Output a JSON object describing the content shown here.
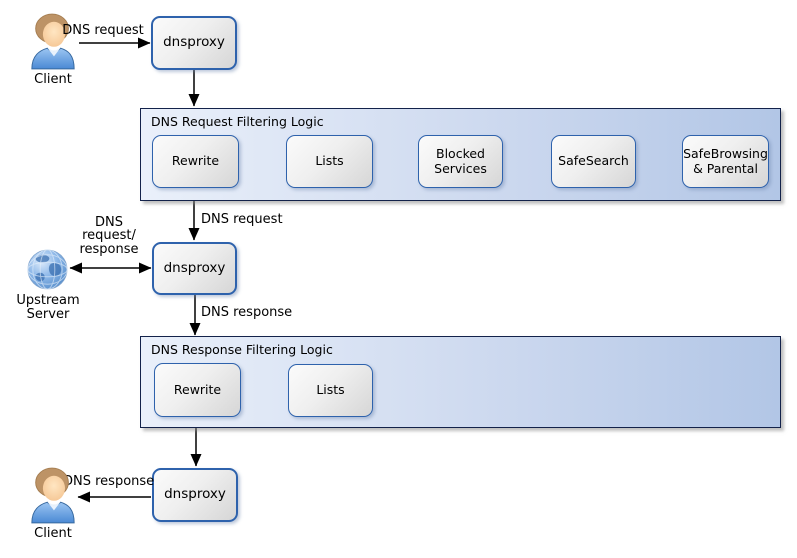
{
  "nodes": {
    "client_top": {
      "label": "Client",
      "icon": "person-icon"
    },
    "dnsproxy_top": {
      "label": "dnsproxy"
    },
    "upstream": {
      "label": "Upstream Server",
      "icon": "globe-icon"
    },
    "dnsproxy_mid": {
      "label": "dnsproxy"
    },
    "dnsproxy_bottom": {
      "label": "dnsproxy"
    },
    "client_bottom": {
      "label": "Client",
      "icon": "person-icon"
    }
  },
  "containers": {
    "request": {
      "title": "DNS Request Filtering Logic",
      "steps": [
        "Rewrite",
        "Lists",
        "Blocked Services",
        "SafeSearch",
        "SafeBrowsing & Parental"
      ]
    },
    "response": {
      "title": "DNS Response Filtering Logic",
      "steps": [
        "Rewrite",
        "Lists"
      ]
    }
  },
  "edge_labels": {
    "client_request": "DNS request",
    "filtered_request": "DNS request",
    "upstream_exchange": "DNS request/ response",
    "upstream_response": "DNS response",
    "client_response": "DNS response"
  },
  "colors": {
    "node_border": "#2e62ac",
    "container_border": "#13224a",
    "container_fill_left": "#eaf0fa",
    "container_fill_right": "#b2c6e6",
    "arrow": "#000000"
  }
}
